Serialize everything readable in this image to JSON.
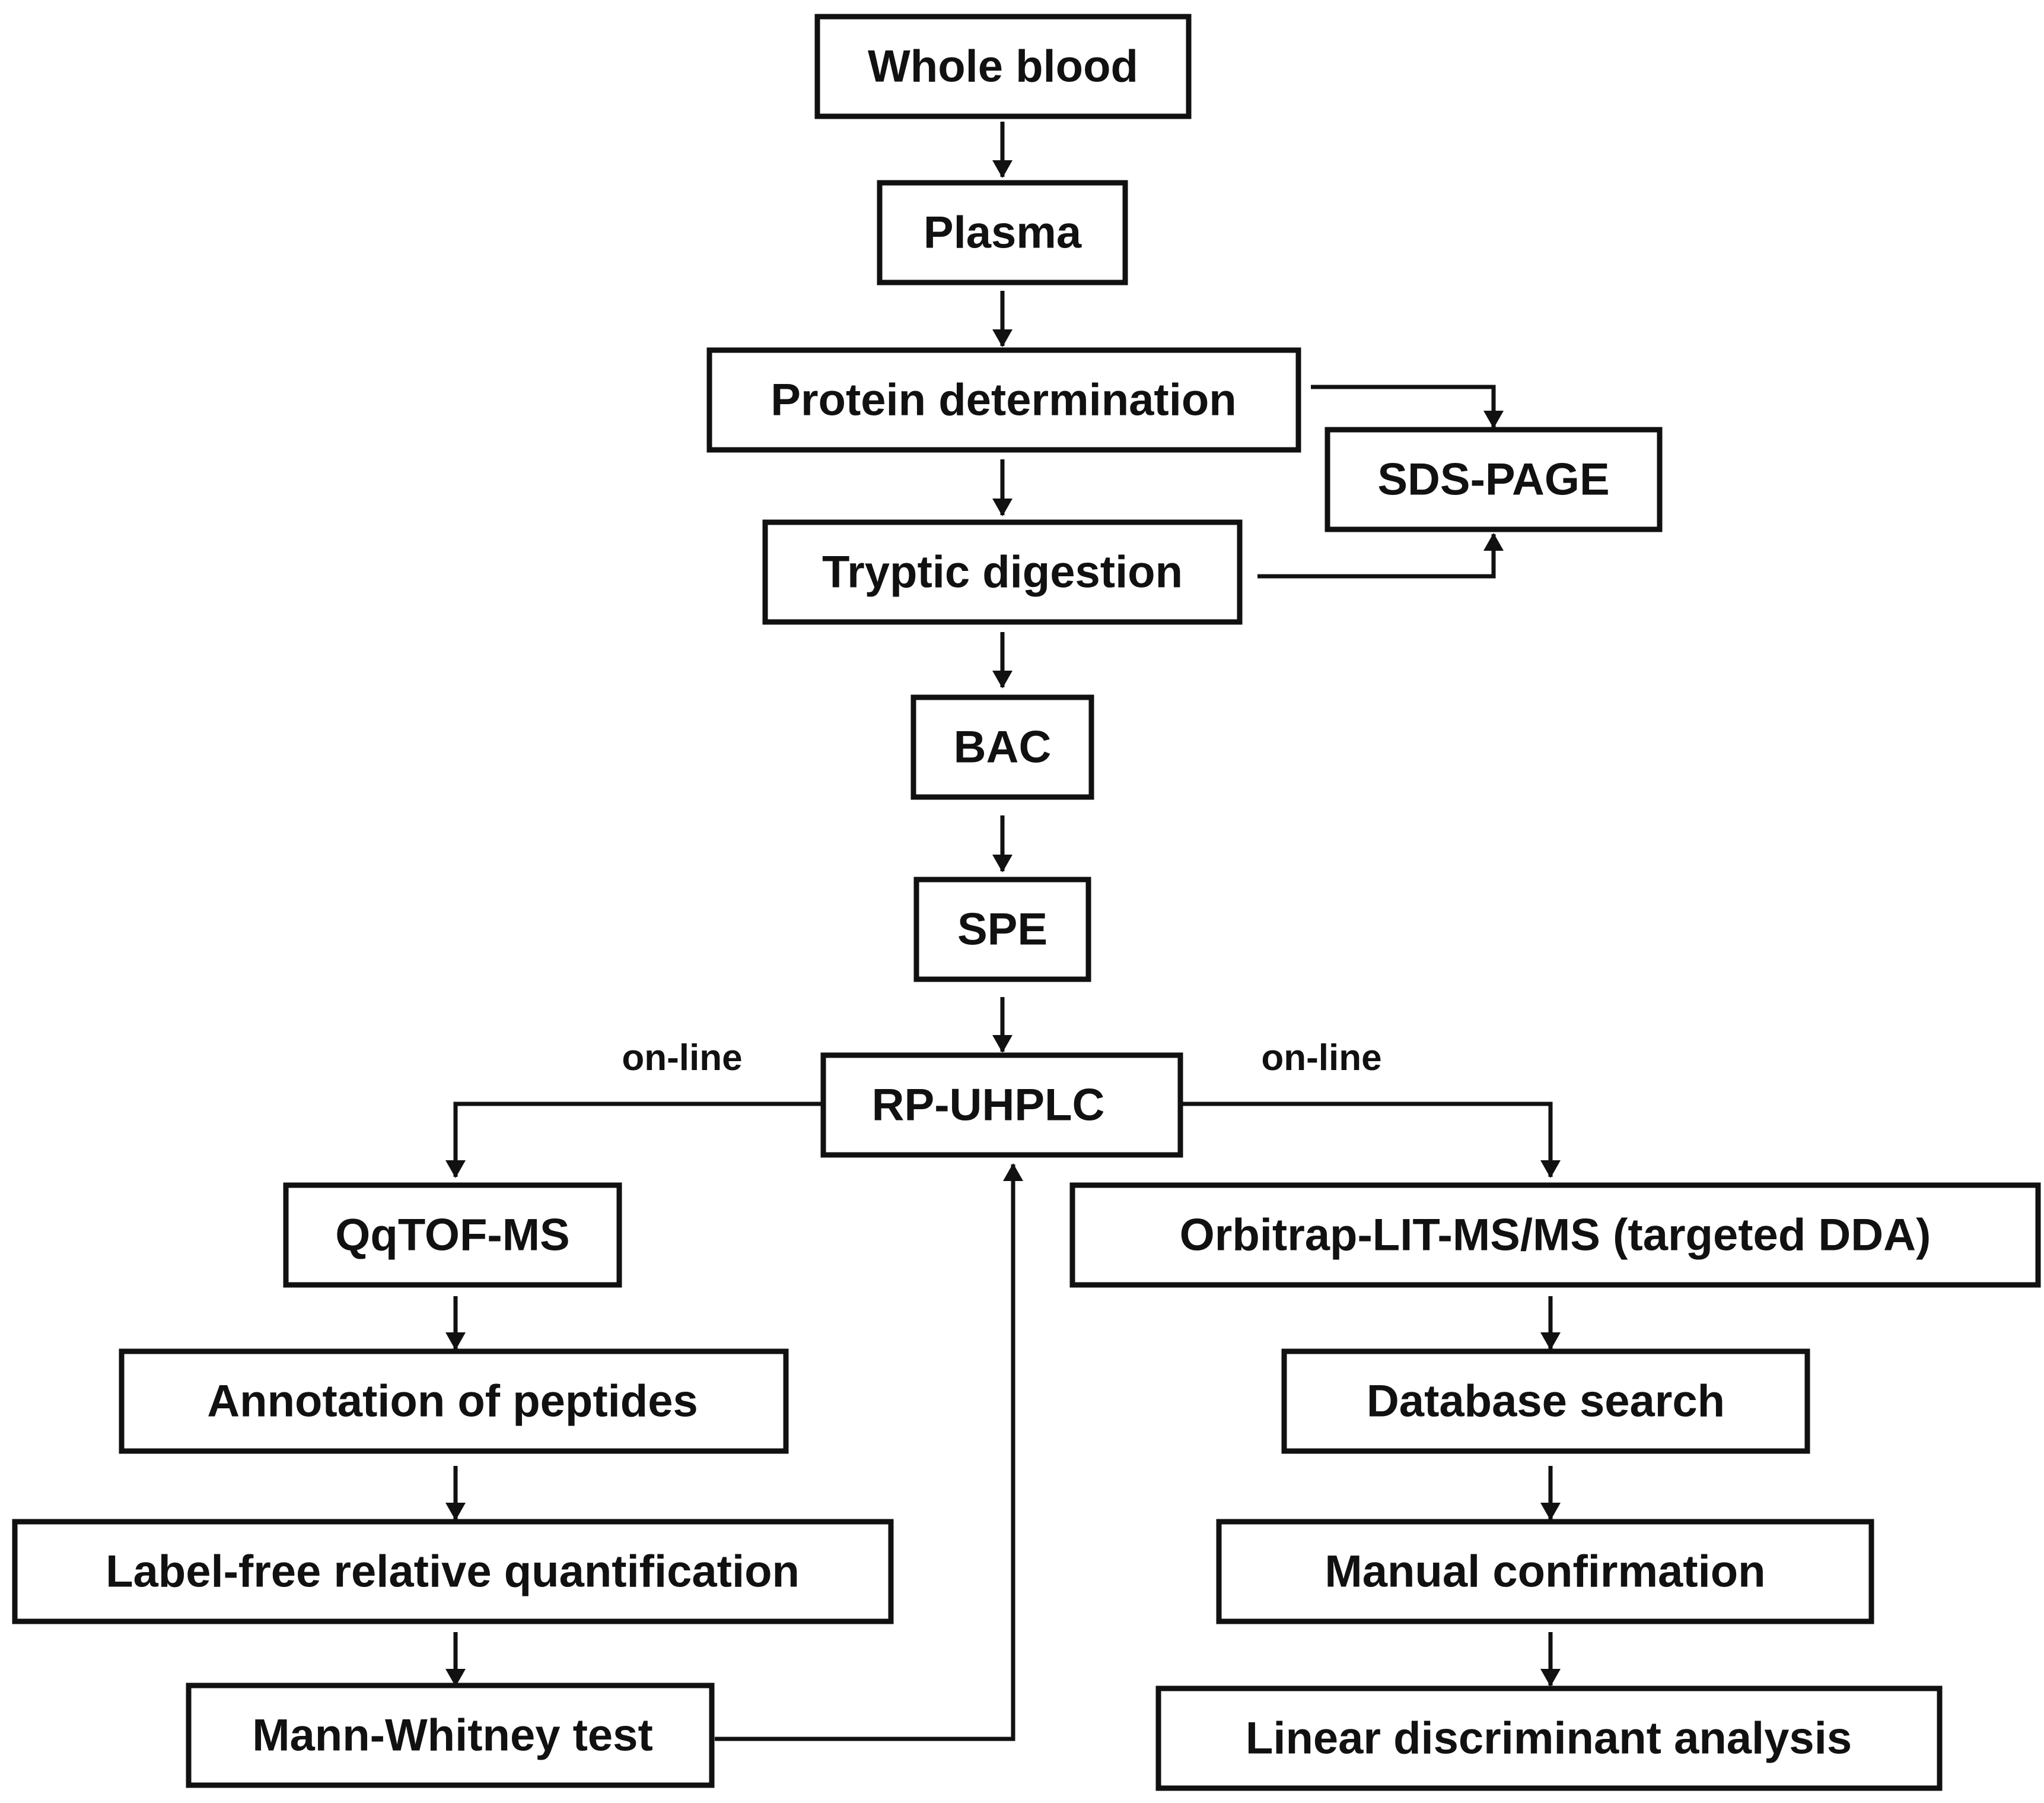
{
  "nodes": {
    "whole_blood": "Whole blood",
    "plasma": "Plasma",
    "protein_determination": "Protein determination",
    "sds_page": "SDS-PAGE",
    "tryptic_digestion": "Tryptic digestion",
    "bac": "BAC",
    "spe": "SPE",
    "rp_uhplc": "RP-UHPLC",
    "qqtof_ms": "QqTOF-MS",
    "annotation": "Annotation of peptides",
    "label_free": "Label-free relative quantification",
    "mann_whitney": "Mann-Whitney test",
    "orbitrap": "Orbitrap-LIT-MS/MS (targeted DDA)",
    "database_search": "Database search",
    "manual_confirmation": "Manual confirmation",
    "lda": "Linear discriminant analysis"
  },
  "edge_labels": {
    "left_online": "on-line",
    "right_online": "on-line"
  },
  "colors": {
    "line": "#111111",
    "background": "#ffffff"
  }
}
